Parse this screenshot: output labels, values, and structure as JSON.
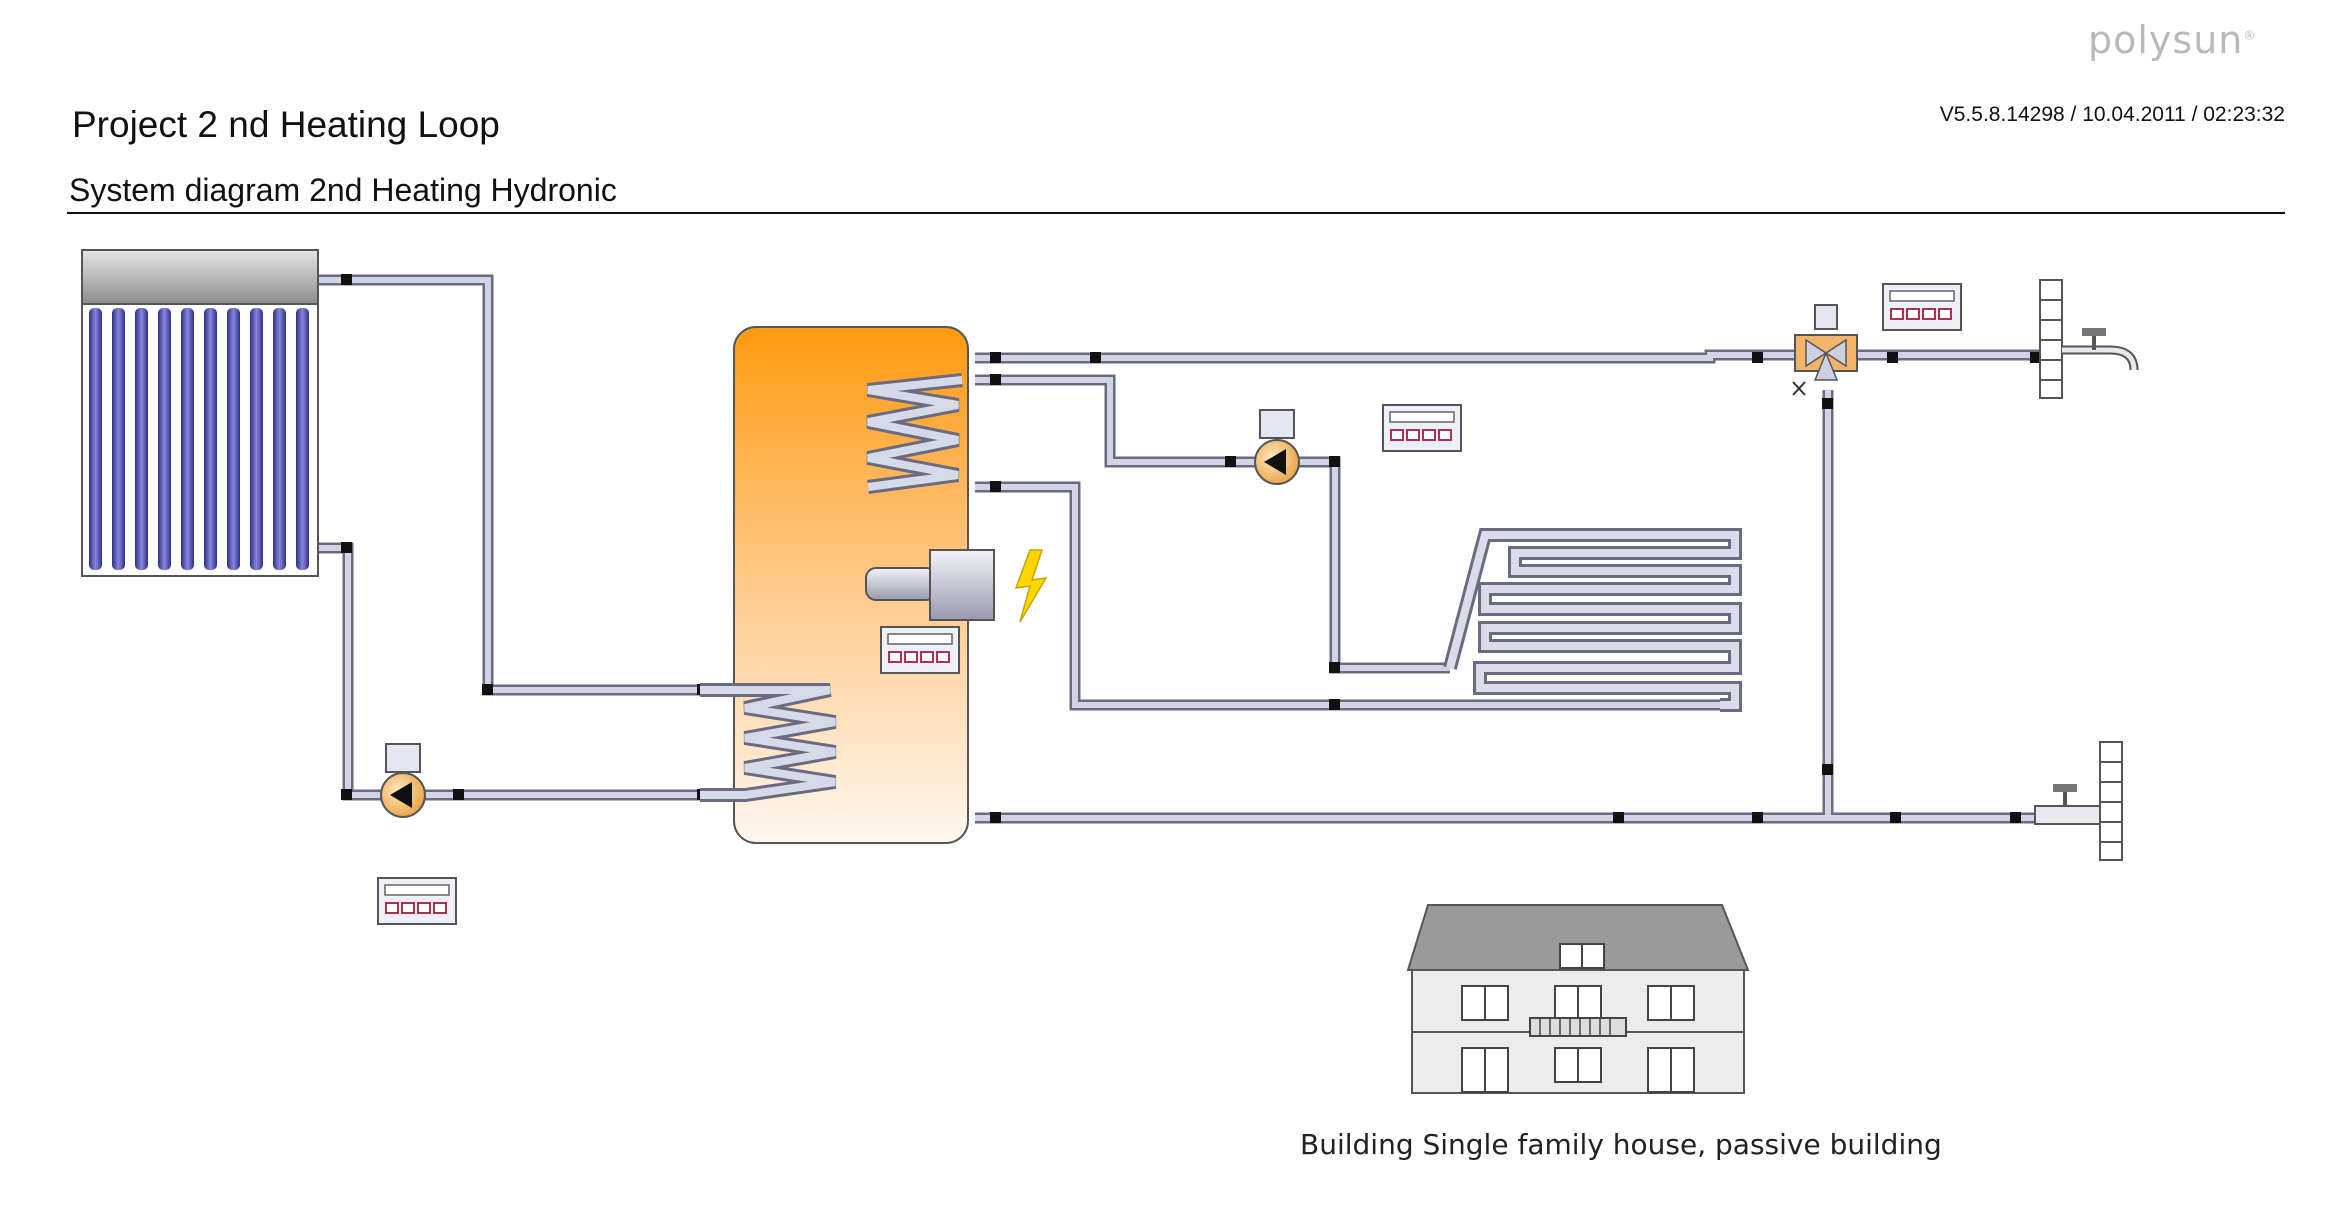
{
  "header": {
    "brand": "polysun",
    "project_title": "Project 2 nd Heating Loop",
    "version_info": "V5.5.8.14298 / 10.04.2011 / 02:23:32",
    "diagram_title": "System diagram 2nd Heating Hydronic"
  },
  "diagram": {
    "building_caption": "Building Single family house, passive building",
    "components": {
      "collector": "tube-collector",
      "tank": "storage-tank",
      "pumps": [
        "solar-loop-pump",
        "heating-loop-pump"
      ],
      "controllers": [
        "solar-controller",
        "tank-controller",
        "heating-controller",
        "dhw-controller"
      ],
      "heater": "electric-heater",
      "valve": "mixing-valve",
      "heat_emitter": "floor-heating",
      "taps": [
        "hot-water-tap",
        "cold-water-inlet"
      ]
    },
    "icons": {
      "electric_symbol": "lightning-icon",
      "tap": "faucet-icon",
      "building": "house-icon"
    },
    "colors": {
      "tank_top": "#ff9a10",
      "tank_bottom": "#fff4e8",
      "collector_tubes": "#3e3ea6",
      "pipe": "#c8cce0",
      "electric": "#ffd500",
      "pump": "#f4b45e"
    }
  }
}
